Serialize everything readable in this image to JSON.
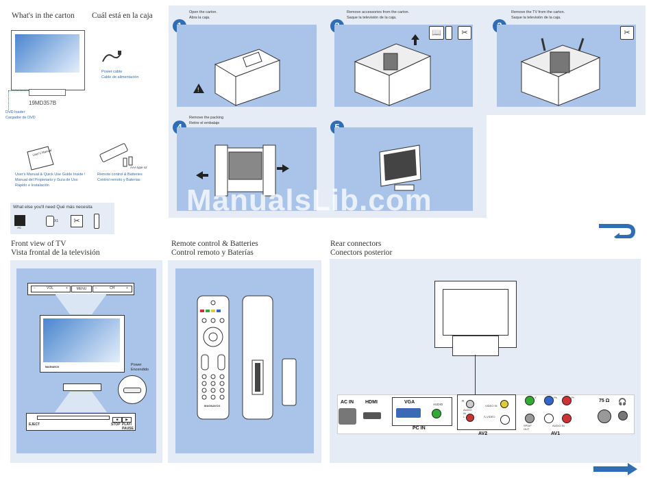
{
  "carton": {
    "title_en": "What's in the carton",
    "title_es": "Cuál está en la caja",
    "model": "19MD357B",
    "dvd_loader": [
      "DVD loader",
      "Cargador de DVD"
    ],
    "power_cable": [
      "Power cable",
      "Cable de alimentación"
    ],
    "manual": [
      "User's Manual & Quick Use Guide Inside !",
      "Manual del Propietario y Guía de Uso",
      "Rápido e Instalación"
    ],
    "remote": [
      "Remote control & Batteries",
      "Control remoto y Baterías"
    ],
    "battery_note": "AAA type x2",
    "manual_cover": "User's Manual",
    "need_title": "What else you'll need   Qué más necesita",
    "need_ac": "AC",
    "need_x1": "X1"
  },
  "steps": [
    {
      "num": "1",
      "en": "Open the carton.",
      "es": "Abra la caja."
    },
    {
      "num": "2",
      "en": "Remove accessories from the carton.",
      "es": "Saque la televisión de la caja."
    },
    {
      "num": "3",
      "en": "Remove the TV from the carton.",
      "es": "Saque la televisión de la caja."
    },
    {
      "num": "4",
      "en": "Remove the packing",
      "es": "Retire el embalaje"
    },
    {
      "num": "5",
      "en": "",
      "es": ""
    }
  ],
  "watermark": "ManualsLib.com",
  "front": {
    "title_en": "Front view of TV",
    "title_es": "Vista frontal de la televisión",
    "top_controls": [
      "−",
      "VOL",
      "+",
      "MENU",
      "−",
      "CH",
      "+"
    ],
    "power": [
      "Power",
      "Encendido"
    ],
    "eject": "EJECT",
    "stop": "STOP",
    "play": "PLAY/",
    "pause": "PAUSE",
    "tv_brand": "MAGNAVOX"
  },
  "remote": {
    "title_en": "Remote control & Batteries",
    "title_es": "Control remoto y Baterías",
    "brand": "MAGNAVOX"
  },
  "rear": {
    "title_en": "Rear connectors",
    "title_es": "Conectors posterior",
    "ac_in": "AC IN",
    "hdmi": "HDMI",
    "vga": "VGA",
    "audio": "AUDIO",
    "pc_in": "PC IN",
    "av2": "AV2",
    "av1": "AV1",
    "spdif": "SPDIF OUT",
    "audio_in": "AUDIO IN",
    "video_in": "VIDEO IN",
    "svideo": "S-VIDEO",
    "audio_in_lr": [
      "AUDIO",
      "IN",
      "L"
    ],
    "r": "R",
    "l": "L",
    "y": "Y",
    "pb": "Pb",
    "pr": "Pr",
    "ohm": "75 Ω"
  },
  "colors": {
    "accent": "#2f6db5",
    "panel": "#e6ecf6",
    "inner": "#a9c4e8"
  }
}
